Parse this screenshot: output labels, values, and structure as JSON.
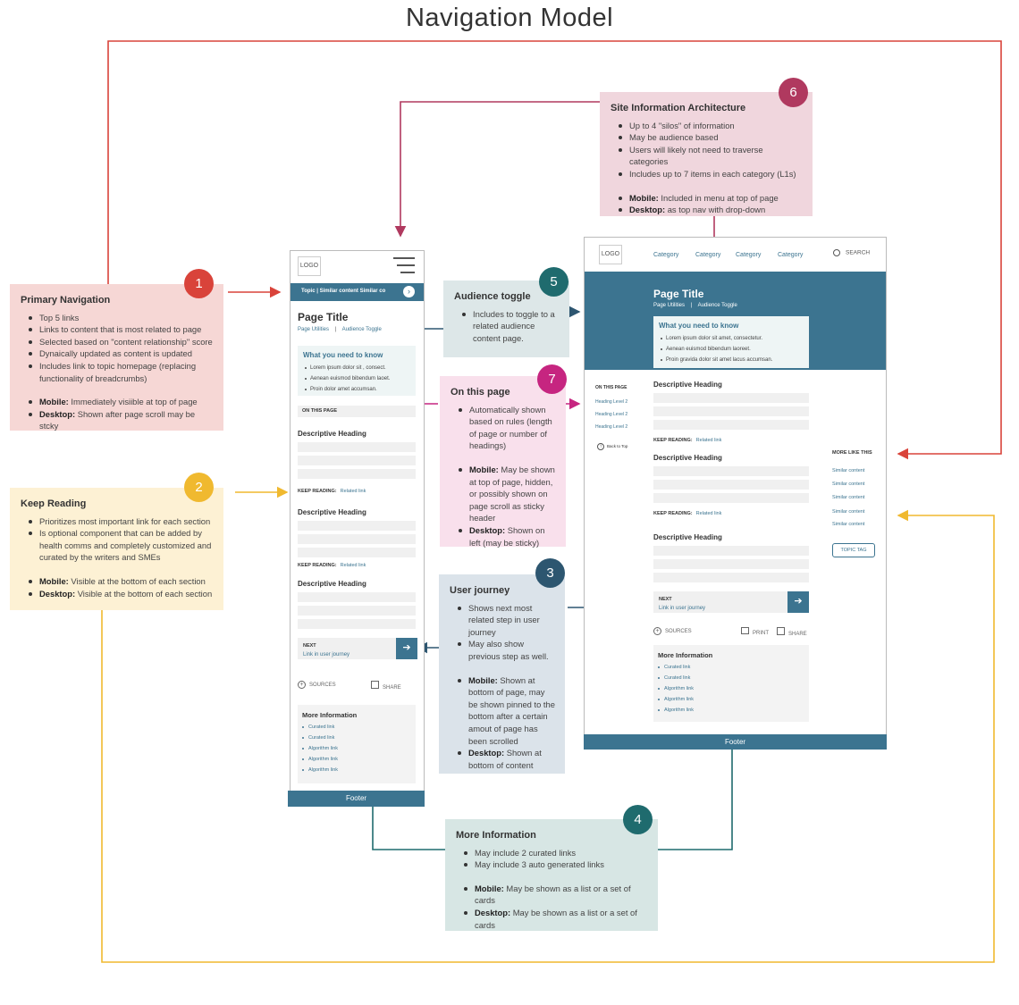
{
  "title": "Navigation Model",
  "colors": {
    "red": "#d9433a",
    "yellow": "#f0b92f",
    "teal": "#1f6b6e",
    "navy": "#2d5670",
    "pink": "#c62580",
    "plum": "#b0395f",
    "brand": "#3c7490"
  },
  "notes": {
    "n1": {
      "num": "1",
      "heading": "Primary Navigation",
      "items": [
        "Top 5 links",
        "Links to content that is most related to page",
        "Selected based on \"content relationship\" score",
        "Dynaically updated as content is updated",
        "Includes link to topic homepage (replacing functionality of breadcrumbs)"
      ],
      "mobile_label": "Mobile:",
      "mobile": " Immediately visiible at top of page",
      "desktop_label": "Desktop:",
      "desktop": " Shown after page scroll may be stcky"
    },
    "n2": {
      "num": "2",
      "heading": "Keep Reading",
      "items": [
        "Prioritizes most important link for each section",
        "Is optional component that can be added by health comms and completely customized and curated by the writers and SMEs"
      ],
      "mobile_label": "Mobile:",
      "mobile": " Visible at the bottom of each section",
      "desktop_label": "Desktop:",
      "desktop": " Visible at the bottom of each section"
    },
    "n3": {
      "num": "3",
      "heading": "User journey",
      "items": [
        "Shows next most related step in user journey",
        "May also show previous step as well."
      ],
      "mobile_label": "Mobile:",
      "mobile": " Shown at bottom of page, may be shown pinned to the bottom after a certain amout of page has been scrolled",
      "desktop_label": "Desktop:",
      "desktop": " Shown at bottom of content"
    },
    "n4": {
      "num": "4",
      "heading": "More Information",
      "items": [
        "May include 2 curated links",
        "May include 3 auto generated links"
      ],
      "mobile_label": "Mobile:",
      "mobile": " May be shown as a list or a set of cards",
      "desktop_label": "Desktop:",
      "desktop": " May be shown as a list or a set of cards"
    },
    "n5": {
      "num": "5",
      "heading": "Audience toggle",
      "items": [
        "Includes to toggle to a related audience content page."
      ]
    },
    "n6": {
      "num": "6",
      "heading": "Site Information Architecture",
      "items": [
        "Up to 4 \"silos\" of information",
        "May be audience based",
        "Users will likely not need to traverse categories",
        "Includes up to 7 items in each category (L1s)"
      ],
      "mobile_label": "Mobile:",
      "mobile": " Included in menu at top of page",
      "desktop_label": "Desktop:",
      "desktop": " as top nav with drop-down"
    },
    "n7": {
      "num": "7",
      "heading": "On this page",
      "items": [
        "Automatically shown based on rules (length of page or number of headings)"
      ],
      "mobile_label": "Mobile:",
      "mobile": " May be shown at top of page, hidden, or possibly shown on page scroll as sticky header",
      "desktop_label": "Desktop:",
      "desktop": " Shown on left (may be sticky)"
    }
  },
  "mobile": {
    "logo": "LOGO",
    "tabs": "Topic  |  Similar content   Similar co",
    "page_title": "Page Title",
    "util1": "Page Utilities",
    "util_sep": "|",
    "util2": "Audience Toggle",
    "wyn_heading": "What you need to know",
    "wyn_items": [
      "Lorem ipsum dolor sit , consect.",
      "Aenean euismod bibendum laoet.",
      "Proin dolor amet accumsan."
    ],
    "on_this_page": "ON THIS PAGE",
    "heading1": "Descriptive Heading",
    "heading2": "Descriptive Heading",
    "heading3": "Descriptive Heading",
    "keep_reading": "KEEP READING:",
    "related_link": "Related link",
    "next": "NEXT",
    "next_link": "Link in user journey",
    "sources": "SOURCES",
    "share": "SHARE",
    "more_info": "More Information",
    "more_links": [
      "Curated link",
      "Curated link",
      "Algorithm link",
      "Algorithm link",
      "Algorithm link"
    ],
    "footer": "Footer"
  },
  "desktop": {
    "logo": "LOGO",
    "nav": [
      "Category",
      "Category",
      "Category",
      "Category"
    ],
    "search": "SEARCH",
    "page_title": "Page Title",
    "util1": "Page Utilities",
    "util_sep": "|",
    "util2": "Audience Toggle",
    "wyn_heading": "What you need to know",
    "wyn_items": [
      "Lorem ipsum dolor sit amet, consectetur.",
      "Aenean euismod bibendum laoreet.",
      "Proin gravida dolor sit amet lacus accumsan."
    ],
    "on_this_page": "ON THIS PAGE",
    "otp_links": [
      "Heading Level 2",
      "Heading Level 2",
      "Heading Level 2"
    ],
    "back_to_top": "Back to Top",
    "heading1": "Descriptive Heading",
    "heading2": "Descriptive Heading",
    "heading3": "Descriptive Heading",
    "keep_reading": "KEEP READING:",
    "related_link": "Related link",
    "more_like_this": "MORE LIKE THIS",
    "similar": [
      "Similar content",
      "Similar content",
      "Similar content",
      "Similar content",
      "Similar content"
    ],
    "topic_tag": "TOPIC TAG",
    "next": "NEXT",
    "next_link": "Link in user journey",
    "sources": "SOURCES",
    "print": "PRINT",
    "share": "SHARE",
    "more_info": "More Information",
    "more_links": [
      "Curated link",
      "Curated link",
      "Algorithm link",
      "Algorithm link",
      "Algorithm link"
    ],
    "footer": "Footer"
  }
}
